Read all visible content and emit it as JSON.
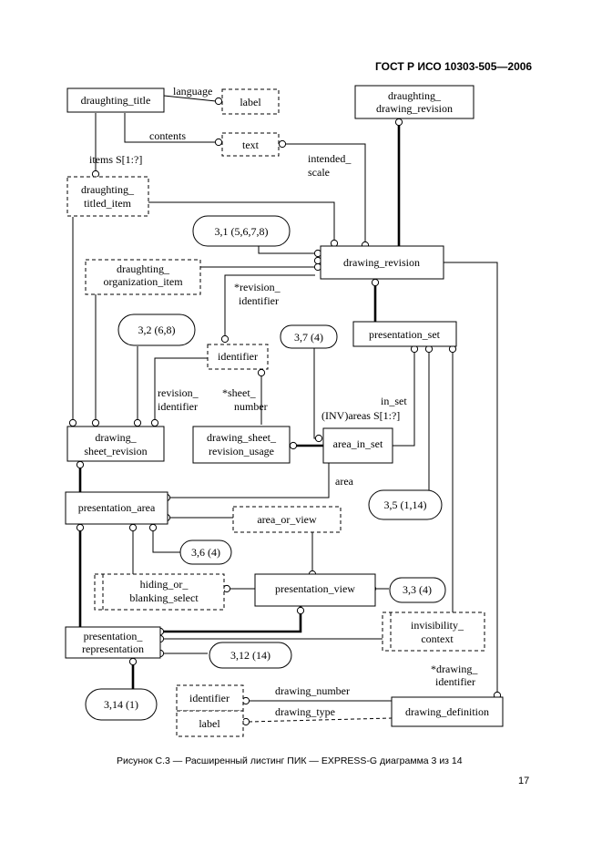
{
  "header": {
    "standard": "ГОСТ Р ИСО 10303-505—2006"
  },
  "entities": {
    "draughting_title": "draughting_title",
    "draughting_drawing_revision": [
      "draughting_",
      "drawing_revision"
    ],
    "drawing_revision": "drawing_revision",
    "presentation_set": "presentation_set",
    "drawing_sheet_revision": [
      "drawing_",
      "sheet_revision"
    ],
    "drawing_sheet_revision_usage": [
      "drawing_sheet_",
      "revision_usage"
    ],
    "area_in_set": "area_in_set",
    "presentation_area": "presentation_area",
    "presentation_view": "presentation_view",
    "presentation_representation": [
      "presentation_",
      "representation"
    ],
    "drawing_definition": "drawing_definition"
  },
  "types": {
    "label": "label",
    "text": "text",
    "draughting_titled_item": [
      "draughting_",
      "titled_item"
    ],
    "draughting_organization_item": [
      "draughting_",
      "organization_item"
    ],
    "identifier": "identifier",
    "area_or_view": "area_or_view",
    "hiding_or_blanking_select": [
      "hiding_or_",
      "blanking_select"
    ],
    "invisibility_context": [
      "invisibility_",
      "context"
    ],
    "identifier_2": "identifier",
    "label_2": "label"
  },
  "page_refs": {
    "ref_3_1": "3,1 (5,6,7,8)",
    "ref_3_2": "3,2 (6,8)",
    "ref_3_7": "3,7 (4)",
    "ref_3_5": "3,5 (1,14)",
    "ref_3_6": "3,6 (4)",
    "ref_3_3": "3,3 (4)",
    "ref_3_12": "3,12 (14)",
    "ref_3_14": "3,14 (1)"
  },
  "relations": {
    "language": "language",
    "contents": "contents",
    "items": "items S[1:?]",
    "intended_scale": [
      "intended_",
      "scale"
    ],
    "revision_identifier_top": [
      "*revision_",
      "identifier"
    ],
    "revision_identifier_left": [
      "revision_",
      "identifier"
    ],
    "sheet_number": [
      "*sheet_",
      "number"
    ],
    "in_set": "in_set",
    "areas": "(INV)areas S[1:?]",
    "area": "area",
    "drawing_identifier": [
      "*drawing_",
      "identifier"
    ],
    "drawing_number": "drawing_number",
    "drawing_type": "drawing_type"
  },
  "caption": "Рисунок С.3 — Расширенный листинг ПИК — EXPRESS-G диаграмма 3 из 14",
  "page_number": "17"
}
